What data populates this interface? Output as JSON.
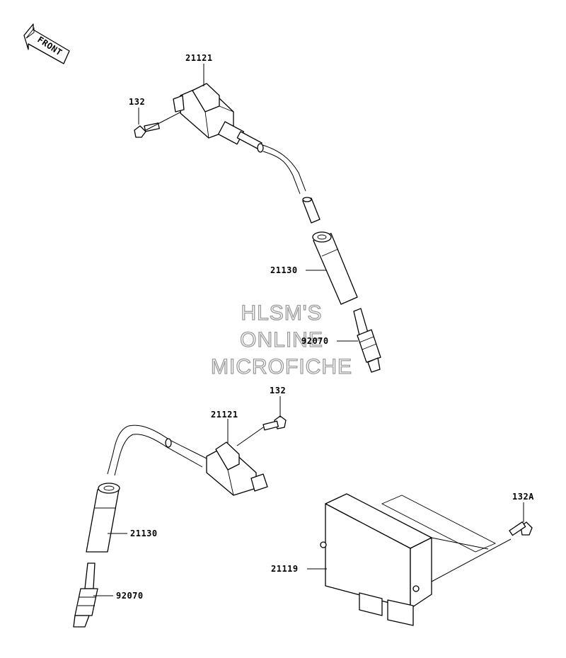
{
  "front_arrow": {
    "label": "FRONT",
    "icon": "front-arrow-icon"
  },
  "watermark": {
    "line1": "HLSM'S",
    "line2": "ONLINE",
    "line3": "MICROFICHE",
    "color": "#9a9a9a"
  },
  "callouts": {
    "coil_top": "21121",
    "bolt_top": "132",
    "cap_top": "21130",
    "plug_top": "92070",
    "bolt_mid": "132",
    "coil_bottom": "21121",
    "cap_bottom": "21130",
    "plug_bottom": "92070",
    "bolt_ecu": "132A",
    "ecu": "21119"
  }
}
